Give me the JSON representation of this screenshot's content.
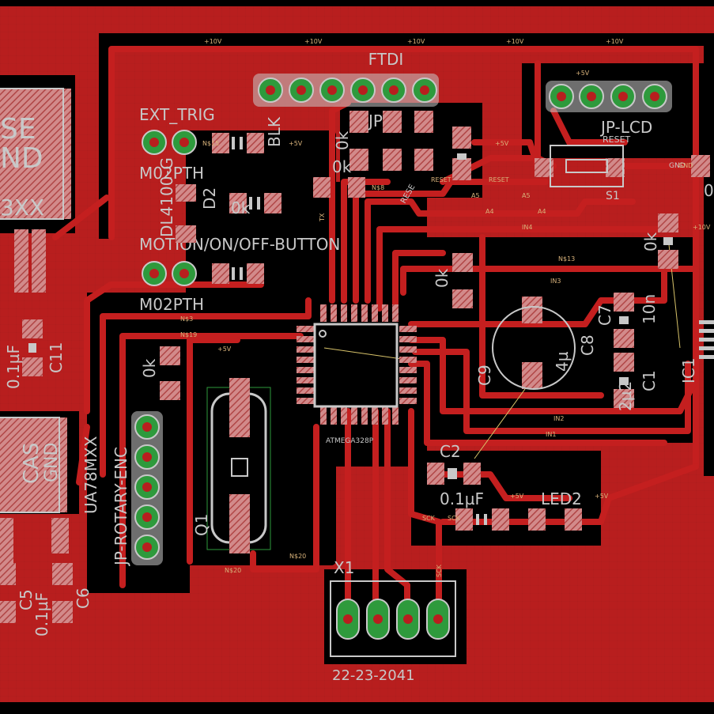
{
  "colors": {
    "background": "#000000",
    "copper": "#b81e1e",
    "trace": "#c41f1f",
    "pad": "#2e9a3c",
    "silk": "#c8c8c8",
    "netlabel": "#d8b27a"
  },
  "labels": {
    "ftdi": "FTDI",
    "ext_trig": "EXT_TRIG",
    "m02pth_top": "M02PTH",
    "m02pth_bottom": "M02PTH",
    "motion_button": "MOTION/ON/OFF-BUTTON",
    "jp_lcd": "JP-LCD",
    "reset_switch": "RESET",
    "s1": "S1",
    "jp_rotary": "JP-ROTARY-ENC",
    "ua78mxx": "UA78MXX",
    "x1": "X1",
    "x1_part": "22-23-2041",
    "q1": "Q1",
    "c2": "C2",
    "c2_val": "0.1µF",
    "led2": "LED2",
    "c11": "C11",
    "c11_val": "0.1µF",
    "c5": "C5",
    "c5_val": "0.1µF",
    "c6": "C6",
    "c7": "C7",
    "c8": "C8",
    "c9": "C9",
    "c1": "C1",
    "ic1": "IC1",
    "d2": "D2",
    "mcu": "ATMEGA328P",
    "cap_10n": "10n",
    "cap_4u7": "4µ",
    "cap_2u2": "2µ2",
    "r_0k_1": "0k",
    "r_0k_2": "0k",
    "r_0k_3": "0k",
    "r_0k_4": "0k",
    "r_0k_5": "0k",
    "r_0k_6": "0k",
    "jp1_frag": "JP",
    "gnd_frag": "GND",
    "rese_frag": "RESE",
    "blk_frag": "BLK",
    "diode_frag": "DL4100-G",
    "reg_frag_1": "3XX",
    "reg_frag_2": "ND",
    "reg_frag_3": "SE",
    "reg2_frag_1": "CAS",
    "reg2_frag_2": "GND",
    "tiny_0": "0"
  },
  "nets": {
    "v10_1": "+10V",
    "v10_2": "+10V",
    "v10_3": "+10V",
    "v10_4": "+10V",
    "v10_5": "+10V",
    "v10_6": "+10V",
    "v5_1": "+5V",
    "v5_2": "+5V",
    "v5_3": "+5V",
    "v5_4": "+5V",
    "v5_5": "+5V",
    "v5_6": "+5V",
    "reset_1": "RESET",
    "reset_2": "RESET",
    "a5_1": "A5",
    "a5_2": "A5",
    "a4_1": "A4",
    "a4_2": "A4",
    "in4": "IN4",
    "in3": "IN3",
    "in2": "IN2",
    "in1": "IN1",
    "n13": "N$13",
    "n3": "N$3",
    "n19": "N$19",
    "n15": "N$15",
    "n8": "N$8",
    "n20_1": "N$20",
    "n20_2": "N$20",
    "sck_1": "SCK",
    "sck_2": "SCK",
    "sck_3": "SCK",
    "gnd": "GND",
    "tx": "TX"
  }
}
